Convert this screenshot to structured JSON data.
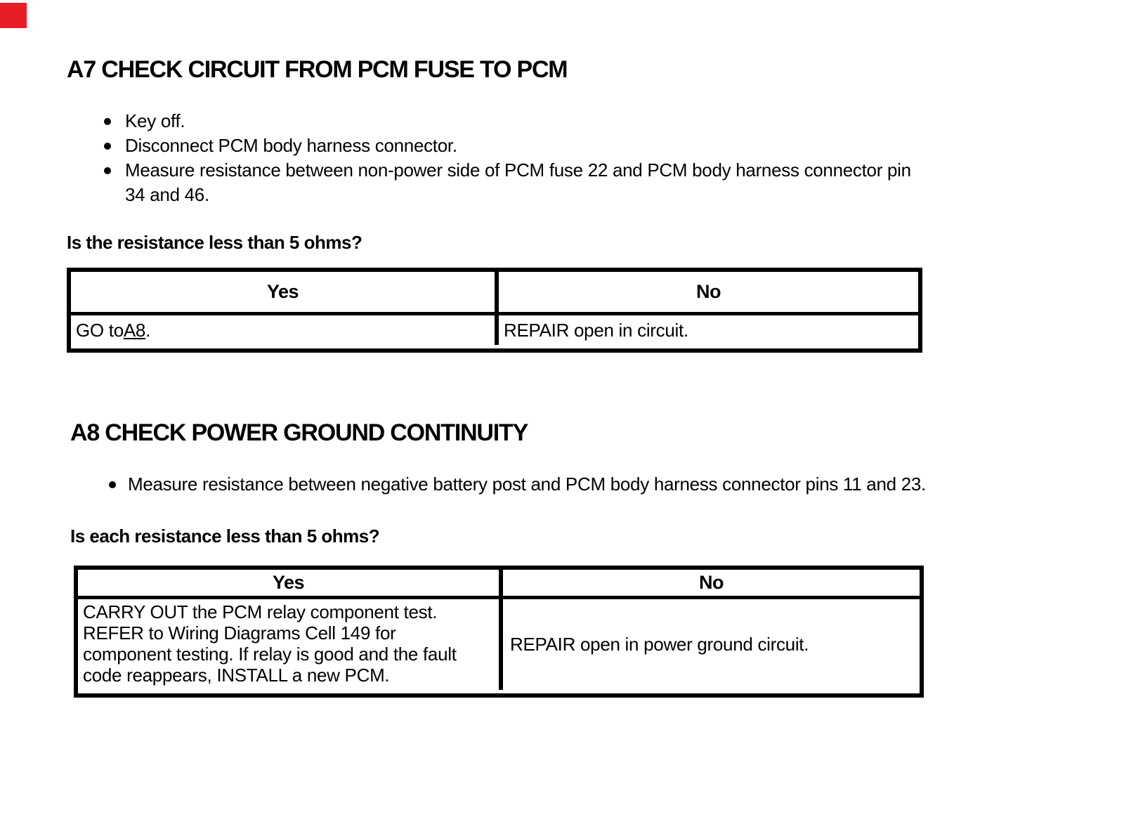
{
  "page": {
    "background": "#ffffff",
    "text_color": "#000000"
  },
  "corner_marker": {
    "color": "#e61e25"
  },
  "sections": [
    {
      "id": "A7",
      "heading": "A7 CHECK CIRCUIT FROM PCM FUSE TO PCM",
      "bullets": [
        {
          "lines": [
            "Key off."
          ]
        },
        {
          "lines": [
            "Disconnect PCM body harness connector."
          ]
        },
        {
          "lines": [
            "Measure resistance between non-power side of PCM fuse 22 and PCM body harness connector pin",
            "34 and 46."
          ]
        }
      ],
      "question": "Is the resistance less than 5 ohms?",
      "table": {
        "headers": [
          "Yes",
          "No"
        ],
        "yes_cell": {
          "prefix": "GO to ",
          "link_text": "A8",
          "suffix": " ."
        },
        "no_cell": "REPAIR open in circuit."
      }
    },
    {
      "id": "A8",
      "heading": "A8 CHECK POWER GROUND CONTINUITY",
      "bullets": [
        {
          "lines": [
            "Measure resistance between negative battery post and PCM body harness connector pins 11 and 23."
          ]
        }
      ],
      "question": "Is each resistance less than 5 ohms?",
      "table": {
        "headers": [
          "Yes",
          "No"
        ],
        "yes_cell_lines": [
          "CARRY OUT the PCM relay component test.",
          "REFER to Wiring Diagrams Cell 149 for",
          "component testing. If relay is good and the fault",
          "code reappears, INSTALL a new PCM."
        ],
        "no_cell": "REPAIR open in power ground circuit."
      }
    }
  ]
}
